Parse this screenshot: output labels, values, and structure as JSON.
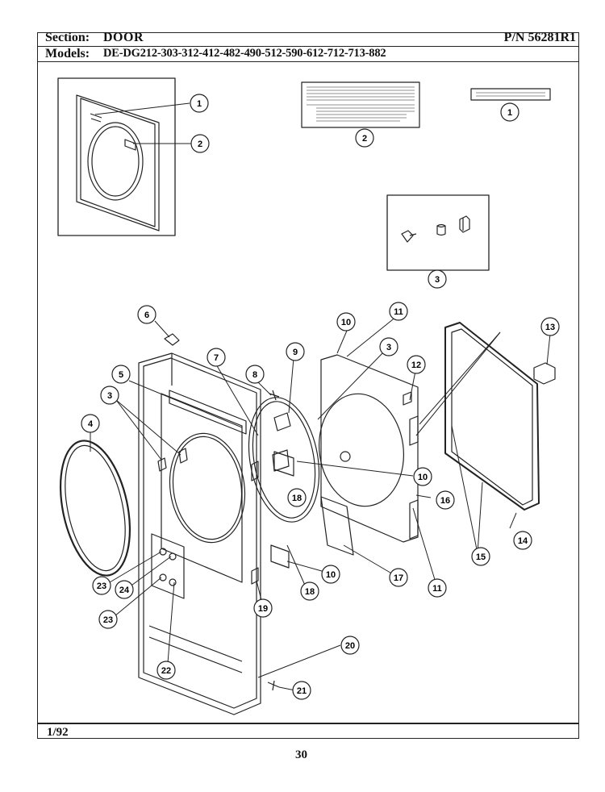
{
  "header": {
    "section_label": "Section:",
    "section_value": "DOOR",
    "models_label": "Models:",
    "models_value": "DE-DG212-303-312-412-482-490-512-590-612-712-713-882",
    "part_number": "P/N 56281R1"
  },
  "footer": {
    "date": "1/92",
    "page_number": "30"
  },
  "callouts": [
    "1",
    "2",
    "1",
    "2",
    "3",
    "6",
    "10",
    "11",
    "3",
    "13",
    "7",
    "9",
    "12",
    "5",
    "8",
    "3",
    "4",
    "10",
    "18",
    "16",
    "17",
    "10",
    "15",
    "14",
    "23",
    "24",
    "19",
    "18",
    "11",
    "23",
    "20",
    "22",
    "21"
  ]
}
